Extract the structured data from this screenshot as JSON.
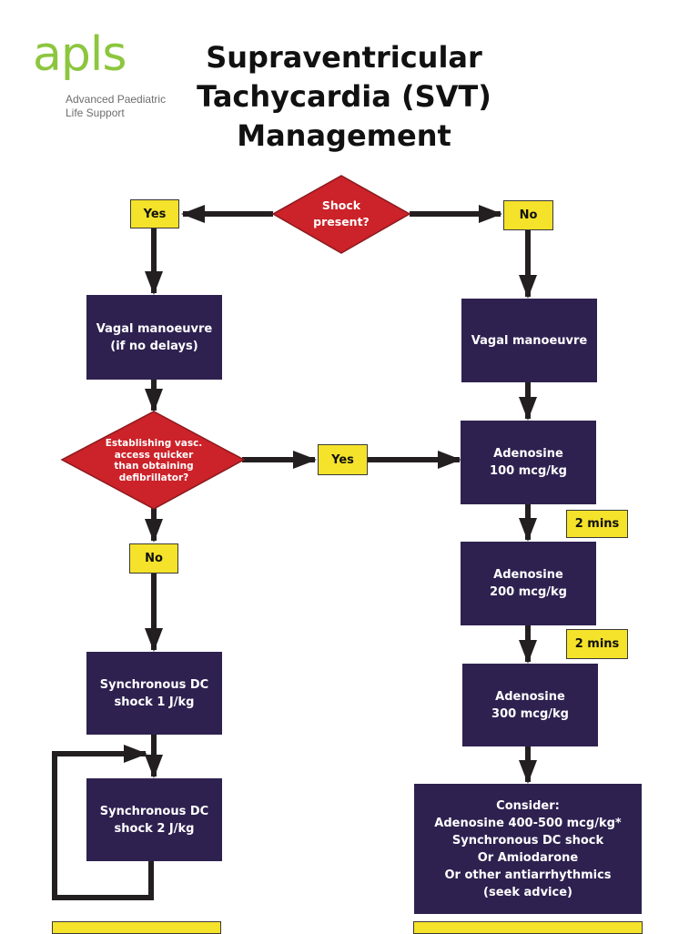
{
  "logo": {
    "mark": "apls",
    "subtitle_lines": [
      "Advanced Paediatric",
      "Life Support"
    ]
  },
  "title_lines": [
    "Supraventricular",
    "Tachycardia (SVT)",
    "Management"
  ],
  "decisions": {
    "shock": [
      "Shock",
      "present?"
    ],
    "vasc": [
      "Establishing vasc.",
      "access quicker",
      "than obtaining",
      "defibrillator?"
    ]
  },
  "labels": {
    "yes_shock": "Yes",
    "no_shock": "No",
    "yes_vasc": "Yes",
    "no_vasc": "No",
    "wait_1": "2 mins",
    "wait_2": "2 mins"
  },
  "boxes": {
    "vagal_left": [
      "Vagal manoeuvre",
      "(if no delays)"
    ],
    "vagal_right": [
      "Vagal manoeuvre"
    ],
    "adenosine_100": [
      "Adenosine",
      "100 mcg/kg"
    ],
    "adenosine_200": [
      "Adenosine",
      "200 mcg/kg"
    ],
    "adenosine_300": [
      "Adenosine",
      "300 mcg/kg"
    ],
    "dc_1": [
      "Synchronous DC",
      "shock 1 J/kg"
    ],
    "dc_2": [
      "Synchronous DC",
      "shock 2 J/kg"
    ],
    "consider": [
      "Consider:",
      "Adenosine 400-500 mcg/kg*",
      "Synchronous DC shock",
      "Or Amiodarone",
      "Or other antiarrhythmics",
      "(seek advice)"
    ]
  },
  "colors": {
    "box": "#2e2150",
    "decision": "#cc2229",
    "tag": "#f5e22a",
    "arrow": "#231f20",
    "logo": "#8cc63f"
  }
}
